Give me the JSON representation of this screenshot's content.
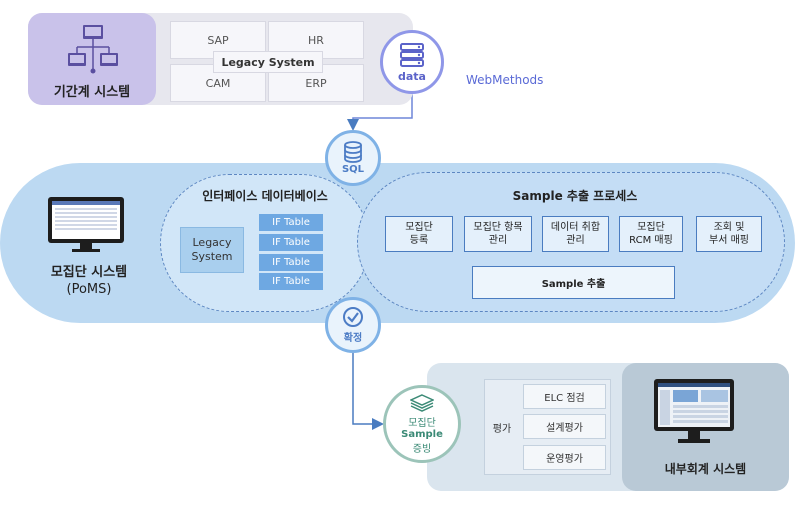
{
  "legacy": {
    "system_label": "기간계 시스템",
    "center": "Legacy System",
    "cells": [
      "SAP",
      "HR",
      "CAM",
      "ERP"
    ],
    "data_label": "data",
    "connector_label": "WebMethods"
  },
  "sql_label": "SQL",
  "poms": {
    "label": "모집단 시스템",
    "sub": "(PoMS)"
  },
  "interface_db": {
    "title": "인터페이스 데이터베이스",
    "legacy_box": [
      "Legacy",
      "System"
    ],
    "tables": [
      "IF Table",
      "IF Table",
      "IF Table",
      "IF Table"
    ]
  },
  "sample_process": {
    "title": "Sample 추출 프로세스",
    "steps": [
      [
        "모집단",
        "등록"
      ],
      [
        "모집단 항목",
        "관리"
      ],
      [
        "데이터 취합",
        "관리"
      ],
      [
        "모집단",
        "RCM 매핑"
      ],
      [
        "조회 및",
        "부서 매핑"
      ]
    ],
    "extract": "Sample  추출"
  },
  "confirm_label": "확정",
  "evidence": {
    "line1": "모집단",
    "line2": "Sample",
    "line3": "증빙"
  },
  "evaluation": {
    "label": "평가",
    "items": [
      "ELC 점검",
      "설계평가",
      "운영평가"
    ]
  },
  "internal_system": "내부회계 시스템",
  "colors": {
    "accent": "#8f97e8",
    "band": "#bcd9f2",
    "line": "#4a7cc0",
    "evidence": "#3b8a76"
  }
}
